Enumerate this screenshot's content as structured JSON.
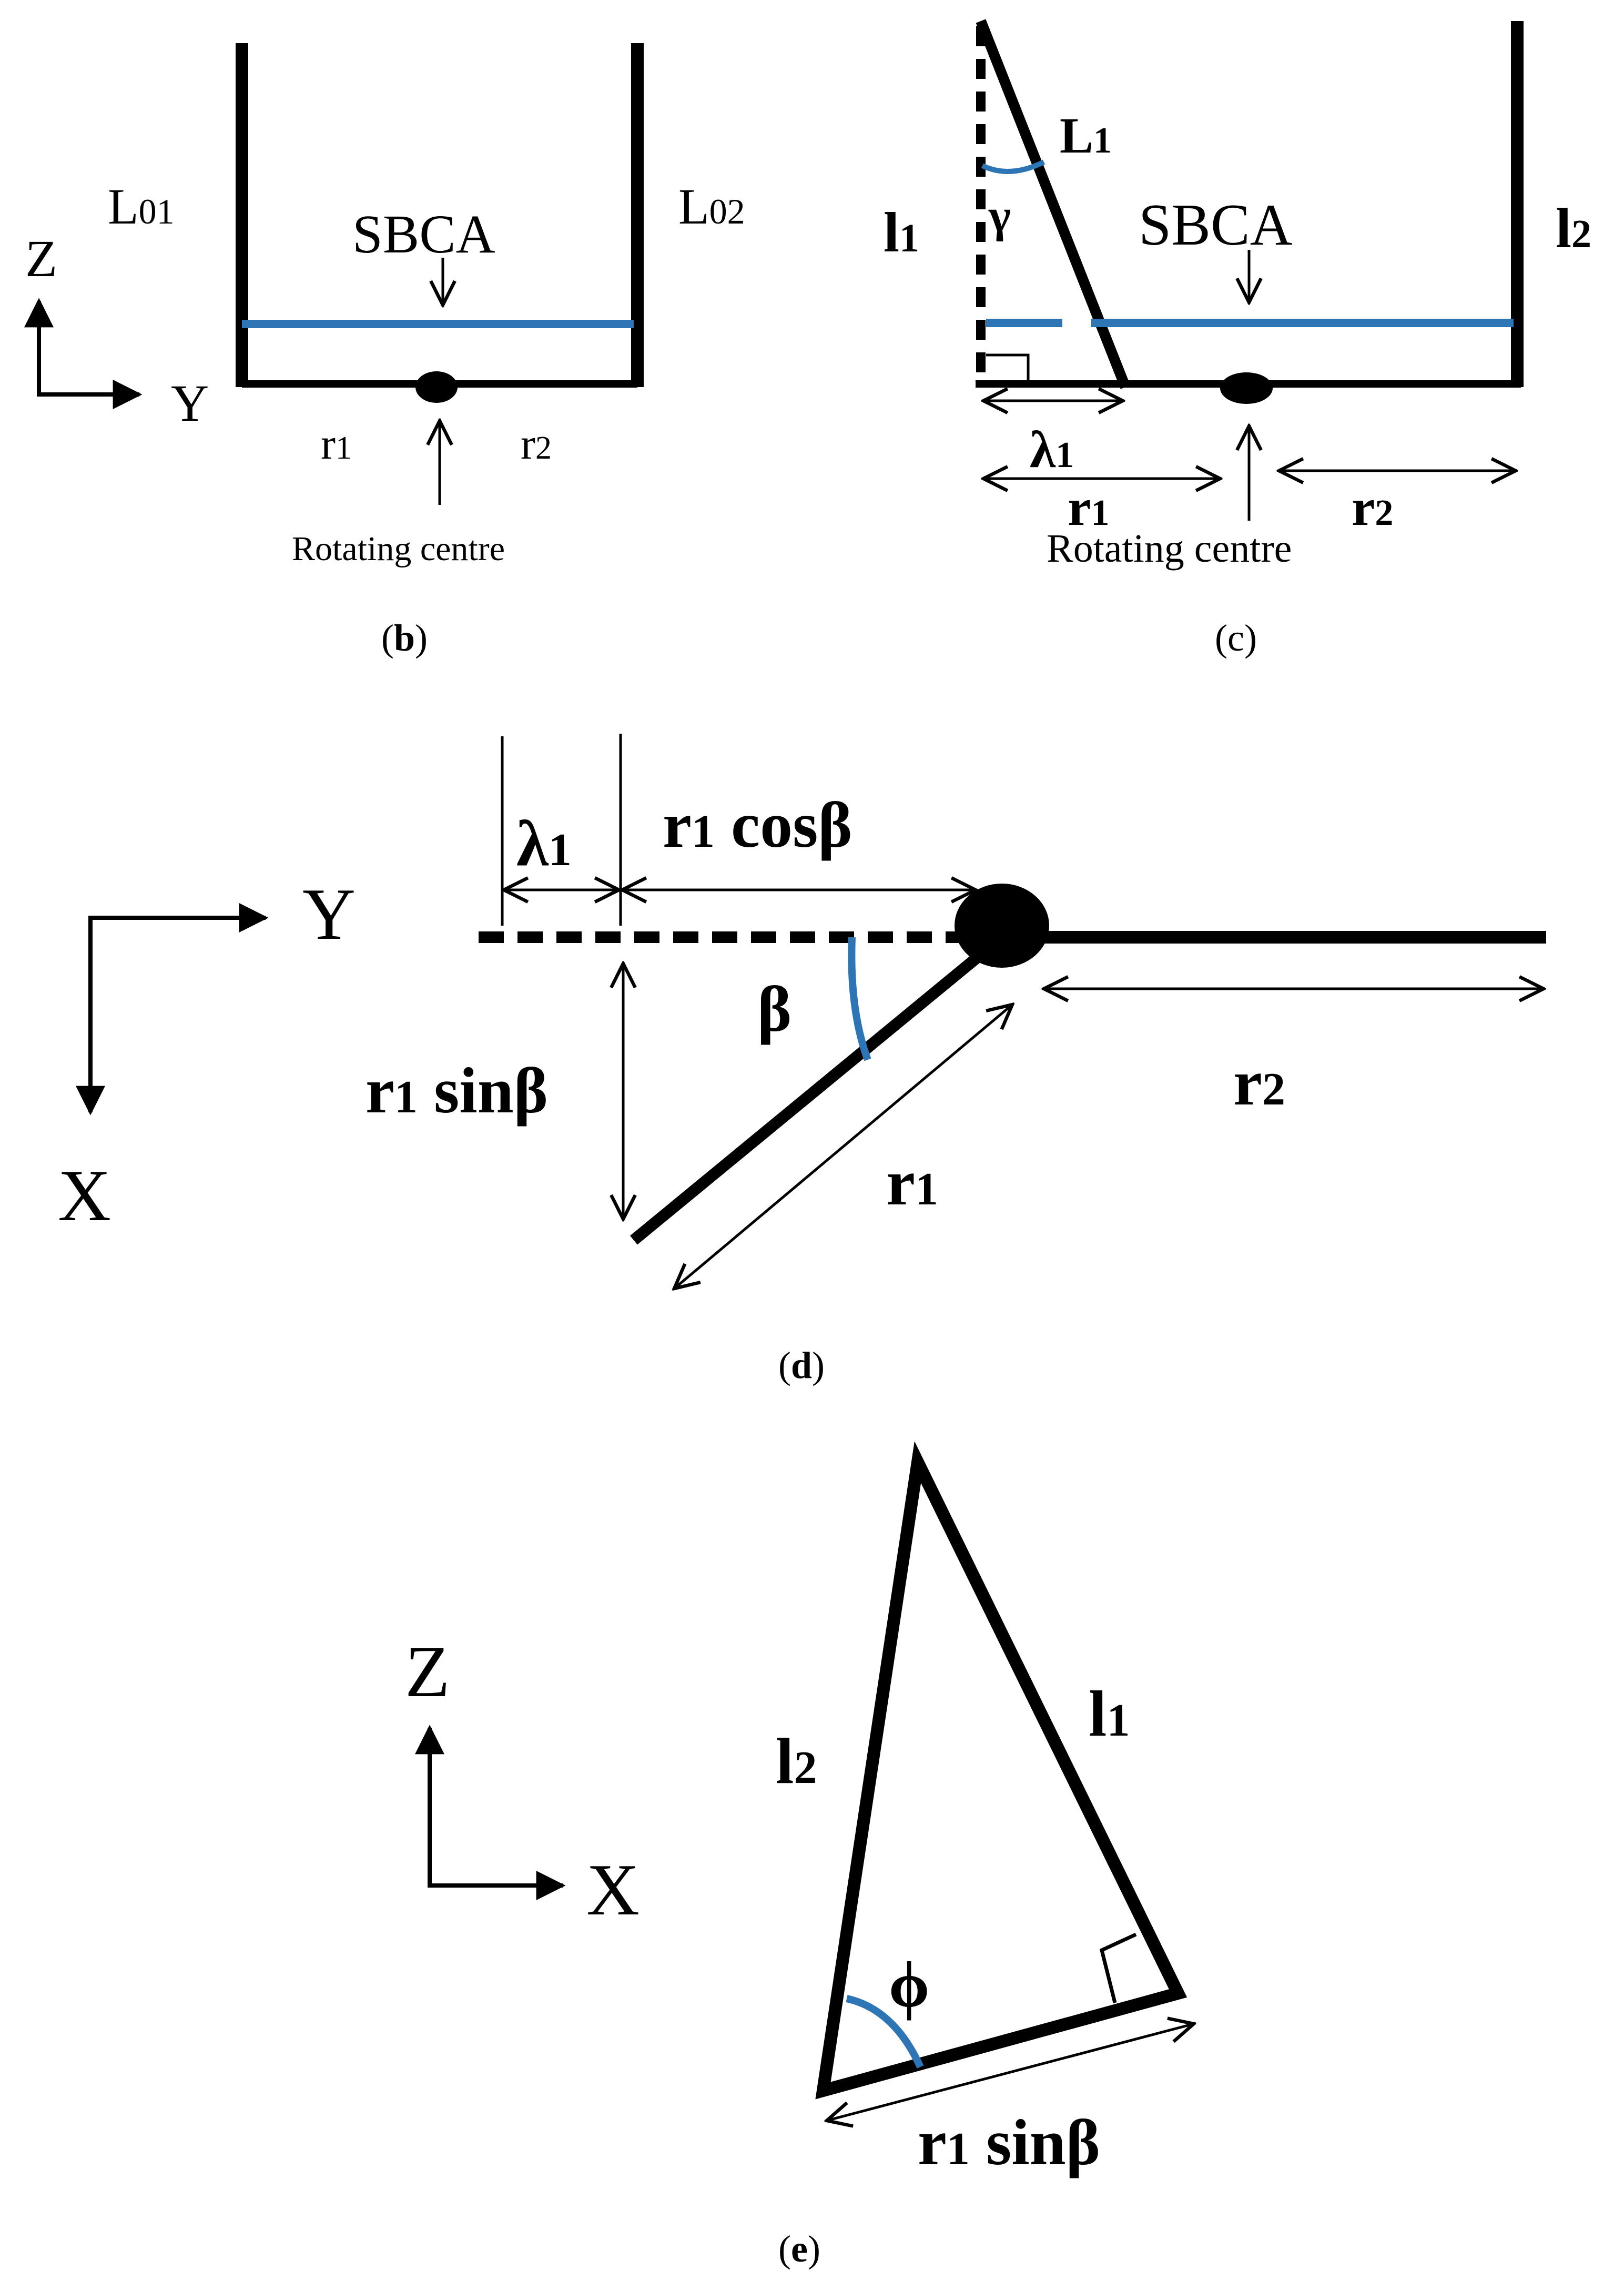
{
  "colors": {
    "line": "#000000",
    "accent": "#2e75b6",
    "background": "#ffffff"
  },
  "panel_b": {
    "caption": "b",
    "wall_left_label": "L",
    "wall_left_sub": "01",
    "wall_right_label": "L",
    "wall_right_sub": "02",
    "sbca_label": "SBCA",
    "axis_z": "Z",
    "axis_y": "Y",
    "r1_label": "r",
    "r1_sub": "1",
    "r2_label": "r",
    "r2_sub": "2",
    "rotating_centre": "Rotating centre"
  },
  "panel_c": {
    "caption": "c",
    "l1_label": "l",
    "l1_sub": "1",
    "l2_label": "l",
    "l2_sub": "2",
    "L1_label": "L",
    "L1_sub": "1",
    "gamma_label": "γ",
    "sbca_label": "SBCA",
    "lambda_label": "λ",
    "lambda_sub": "1",
    "r1_label": "r",
    "r1_sub": "1",
    "r2_label": "r",
    "r2_sub": "2",
    "rotating_centre": "Rotating centre"
  },
  "panel_d": {
    "caption": "d",
    "axis_y": "Y",
    "axis_x": "X",
    "lambda_label": "λ",
    "lambda_sub": "1",
    "r1cos_r": "r",
    "r1cos_sub": "1",
    "r1cos_fn": " cosβ",
    "beta_label": "β",
    "r1sin_r": "r",
    "r1sin_sub": "1",
    "r1sin_fn": " sinβ",
    "r1_label": "r",
    "r1_sub": "1",
    "r2_label": "r",
    "r2_sub": "2"
  },
  "panel_e": {
    "caption": "e",
    "axis_z": "Z",
    "axis_x": "X",
    "l2_label": "l",
    "l2_sub": "2",
    "l1_label": "l",
    "l1_sub": "1",
    "phi_label": "ϕ",
    "base_r": "r",
    "base_sub": "1",
    "base_fn": " sinβ"
  }
}
